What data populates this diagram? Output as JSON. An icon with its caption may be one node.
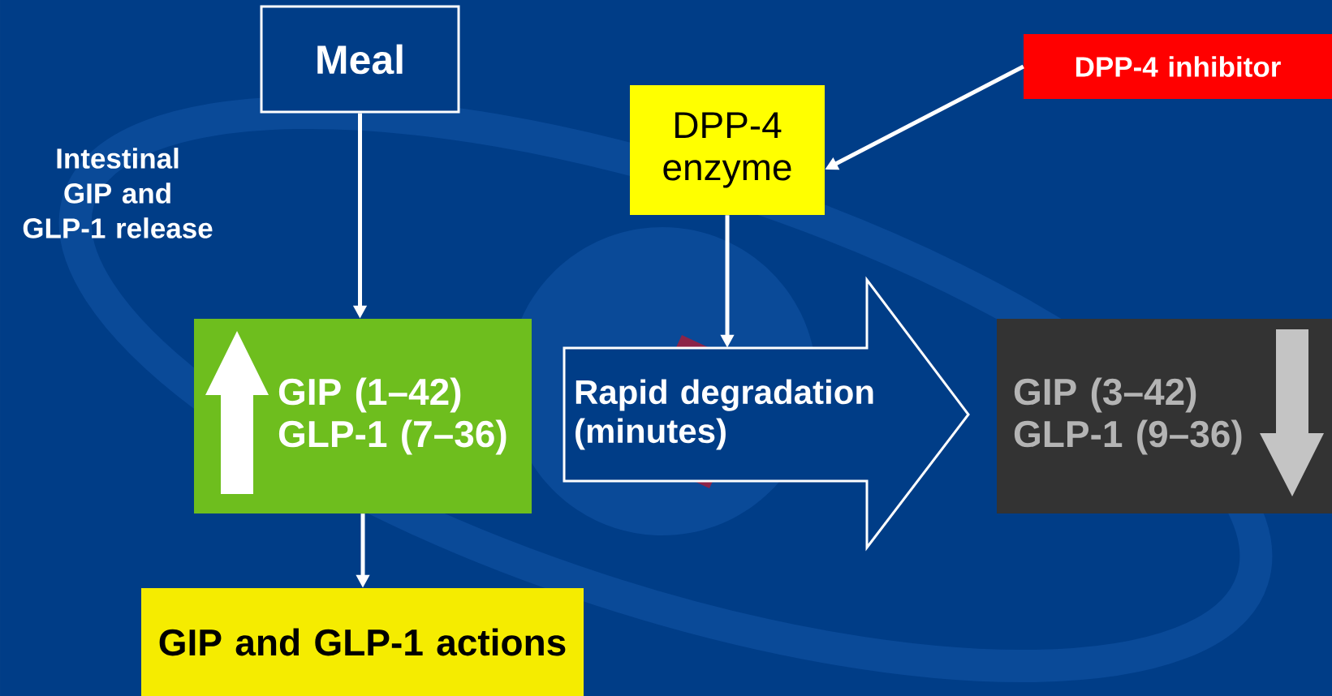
{
  "diagram": {
    "nodes": [
      {
        "text": [
          "Meal"
        ]
      },
      {
        "text": [
          "DPP-4 inhibitor"
        ]
      },
      {
        "text": [
          "DPP-4 enzyme"
        ]
      },
      {
        "text": [
          "GIP (1–42) GLP-1 (7–36)"
        ]
      },
      {
        "text": [
          "Rapid degradation (minutes)"
        ]
      },
      {
        "text": [
          "GIP (3–42) GLP-1 (9–36)"
        ]
      },
      {
        "text": [
          "GIP and GLP-1 actions"
        ]
      }
    ],
    "edges": [
      {
        "from": 0,
        "to": 3,
        "arrow": "to"
      },
      {
        "from": 1,
        "to": 2,
        "arrow": "to"
      },
      {
        "from": 2,
        "to": 4,
        "arrow": "to"
      },
      {
        "from": 3,
        "to": 6,
        "arrow": "to"
      }
    ],
    "labels": [
      "Intestinal GIP and GLP-1 release"
    ]
  }
}
